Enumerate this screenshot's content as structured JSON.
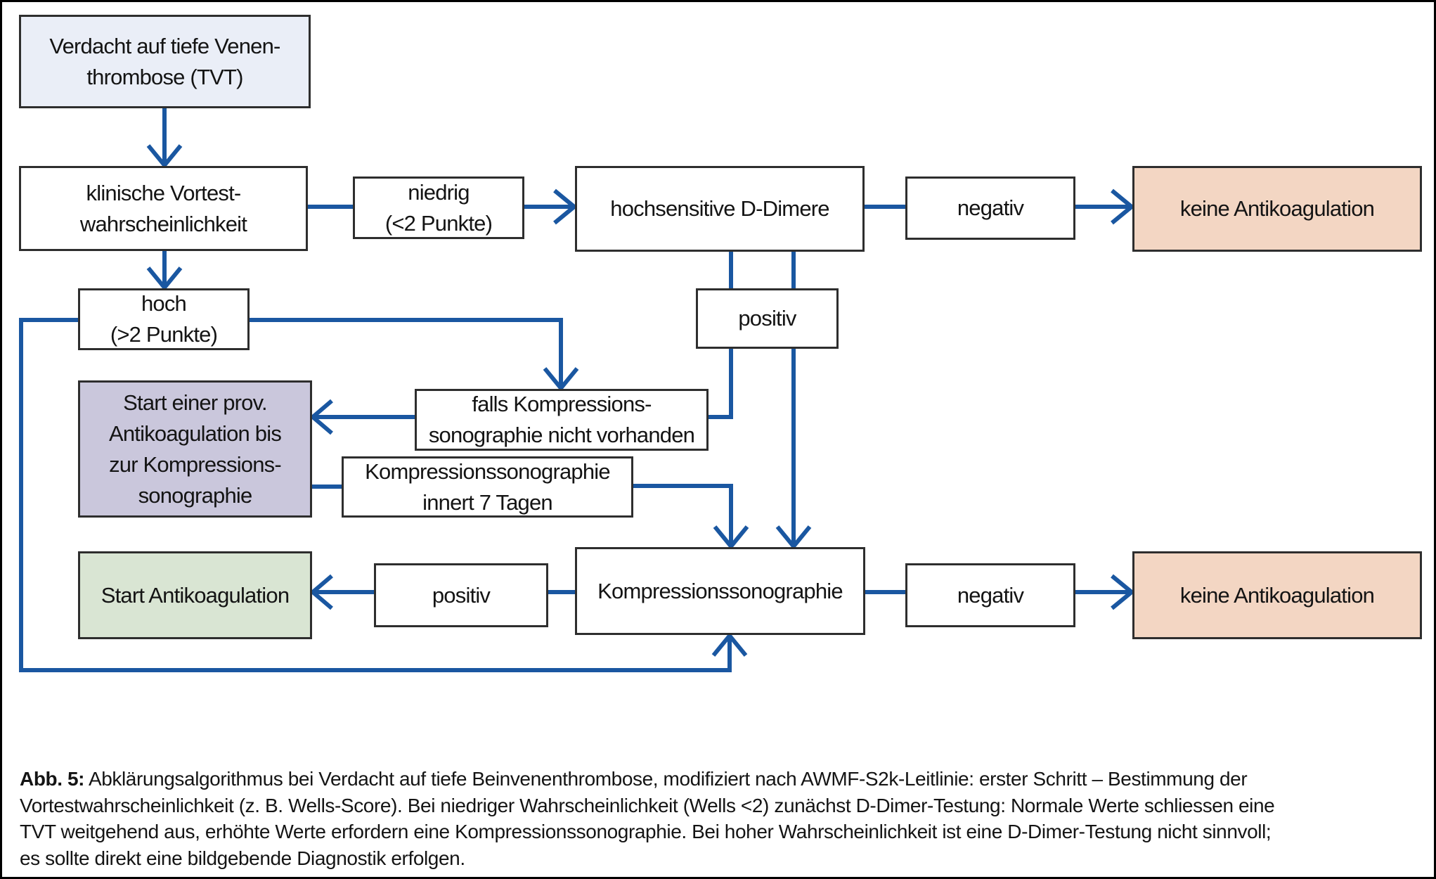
{
  "figure": {
    "type": "flowchart",
    "language": "de",
    "nodes": {
      "verdacht": {
        "label": "Verdacht auf tiefe Venen-\nthrombose (TVT)",
        "fill": "#eaeef7"
      },
      "klinische": {
        "label": "klinische Vortest-\nwahrscheinlichkeit",
        "fill": "#ffffff"
      },
      "niedrig": {
        "label": "niedrig\n(<2 Punkte)",
        "fill": "#ffffff"
      },
      "ddimere": {
        "label": "hochsensitive D-Dimere",
        "fill": "#ffffff"
      },
      "negativ_top": {
        "label": "negativ",
        "fill": "#ffffff"
      },
      "keine_top": {
        "label": "keine Antikoagulation",
        "fill": "#f3d6c3"
      },
      "hoch": {
        "label": "hoch\n(>2 Punkte)",
        "fill": "#ffffff"
      },
      "positiv_mid": {
        "label": "positiv",
        "fill": "#ffffff"
      },
      "falls": {
        "label": "falls Kompressions-\nsonographie nicht vorhanden",
        "fill": "#ffffff"
      },
      "prov": {
        "label": "Start einer prov.\nAntikoagulation bis\nzur Kompressions-\nsonographie",
        "fill": "#cac7dc"
      },
      "innert": {
        "label": "Kompressionssonographie\ninnert 7 Tagen",
        "fill": "#ffffff"
      },
      "start_ak": {
        "label": "Start Antikoagulation",
        "fill": "#d9e5d3"
      },
      "positiv_bot": {
        "label": "positiv",
        "fill": "#ffffff"
      },
      "kompression": {
        "label": "Kompressionssonographie",
        "fill": "#ffffff"
      },
      "negativ_bot": {
        "label": "negativ",
        "fill": "#ffffff"
      },
      "keine_bot": {
        "label": "keine Antikoagulation",
        "fill": "#f3d6c3"
      }
    },
    "caption": {
      "label": "Abb. 5:",
      "lines": [
        "Abklärungsalgorithmus bei Verdacht auf tiefe Beinvenenthrombose, modifiziert nach AWMF-S2k-Leitlinie: erster Schritt – Bestimmung der",
        "Vortestwahrscheinlichkeit (z. B. Wells-Score). Bei niedriger Wahrscheinlichkeit (Wells <2) zunächst D-Dimer-Testung: Normale Werte schliessen eine",
        "TVT weitgehend aus, erhöhte Werte erfordern eine Kompressionssonographie. Bei hoher Wahrscheinlichkeit ist eine D-Dimer-Testung nicht sinnvoll;",
        "es sollte direkt eine bildgebende Diagnostik erfolgen."
      ]
    },
    "colors": {
      "arrow_blue": "#1a57a1",
      "node_border": "#2e2e2e",
      "fill_start": "#eaeef7",
      "fill_no_anticoagulation": "#f3d6c3",
      "fill_provisional_anticoagulation": "#cac7dc",
      "fill_start_anticoagulation": "#d9e5d3",
      "outer_border": "#000000"
    }
  }
}
